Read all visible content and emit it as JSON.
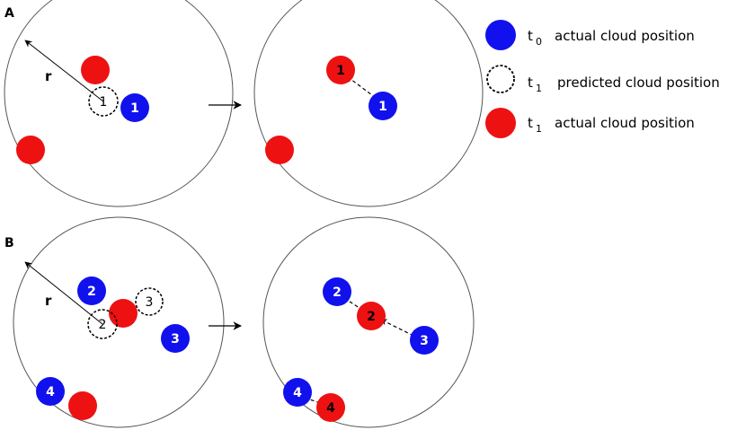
{
  "colors": {
    "t0_actual": "#1111ee",
    "t1_actual": "#ee1111",
    "predicted_outline": "#000000",
    "domain_outline": "#555555"
  },
  "panels": {
    "a": {
      "letter": "A",
      "radius_label": "r"
    },
    "b": {
      "letter": "B",
      "radius_label": "r"
    }
  },
  "clouds": {
    "a_before_predicted_1": "1",
    "a_before_actual_1": "1",
    "a_after_red_1": "1",
    "a_after_blue_1": "1",
    "b_before_blue_2": "2",
    "b_before_predicted_3": "3",
    "b_before_predicted_2": "2",
    "b_before_blue_3": "3",
    "b_before_blue_4": "4",
    "b_after_blue_2": "2",
    "b_after_red_2": "2",
    "b_after_blue_3": "3",
    "b_after_blue_4": "4",
    "b_after_red_4": "4"
  },
  "legend": {
    "items": [
      {
        "symbol": "t",
        "sub": "0",
        "text": "actual cloud position",
        "marker": "filled-blue"
      },
      {
        "symbol": "t",
        "sub": "1",
        "text": "predicted cloud position",
        "marker": "dashed-circle"
      },
      {
        "symbol": "t",
        "sub": "1",
        "text": "actual cloud position",
        "marker": "filled-red"
      }
    ]
  }
}
